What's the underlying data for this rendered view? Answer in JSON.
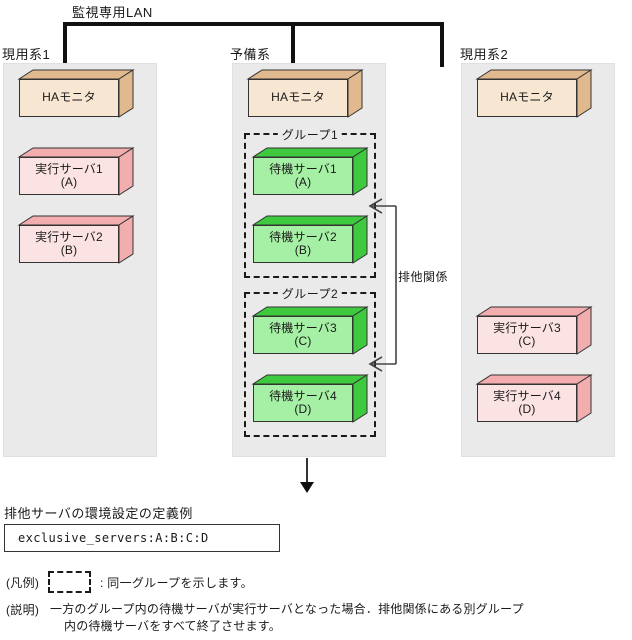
{
  "diagram": {
    "lan": {
      "label": "監視専用LAN"
    },
    "columns": [
      {
        "caption": "現用系1",
        "boxes": [
          {
            "name": "ha-monitor",
            "line1": "HAモニタ",
            "line2": "",
            "kind": "monitor"
          },
          {
            "name": "active-server-1",
            "line1": "実行サーバ1",
            "line2": "(A)",
            "kind": "active"
          },
          {
            "name": "active-server-2",
            "line1": "実行サーバ2",
            "line2": "(B)",
            "kind": "active"
          }
        ]
      },
      {
        "caption": "予備系",
        "boxes": [
          {
            "name": "ha-monitor",
            "line1": "HAモニタ",
            "line2": "",
            "kind": "monitor"
          },
          {
            "name": "standby-server-1",
            "line1": "待機サーバ1",
            "line2": "(A)",
            "kind": "standby"
          },
          {
            "name": "standby-server-2",
            "line1": "待機サーバ2",
            "line2": "(B)",
            "kind": "standby"
          },
          {
            "name": "standby-server-3",
            "line1": "待機サーバ3",
            "line2": "(C)",
            "kind": "standby"
          },
          {
            "name": "standby-server-4",
            "line1": "待機サーバ4",
            "line2": "(D)",
            "kind": "standby"
          }
        ],
        "groups": [
          {
            "title": "グループ1"
          },
          {
            "title": "グループ2"
          }
        ]
      },
      {
        "caption": "現用系2",
        "boxes": [
          {
            "name": "ha-monitor",
            "line1": "HAモニタ",
            "line2": "",
            "kind": "monitor"
          },
          {
            "name": "active-server-3",
            "line1": "実行サーバ3",
            "line2": "(C)",
            "kind": "active"
          },
          {
            "name": "active-server-4",
            "line1": "実行サーバ4",
            "line2": "(D)",
            "kind": "active"
          }
        ]
      }
    ],
    "exclusive_relation": {
      "label": "排他関係"
    }
  },
  "config": {
    "title": "排他サーバの環境設定の定義例",
    "value": "exclusive_servers:A:B:C:D"
  },
  "legend": {
    "key": "(凡例)",
    "text": ": 同一グループを示します。"
  },
  "note": {
    "key": "(説明)",
    "line1": "一方のグループ内の待機サーバが実行サーバとなった場合．排他関係にある別グループ",
    "line2": "内の待機サーバをすべて終了させます。"
  },
  "colors": {
    "monitor_front": "#f7e6d2",
    "monitor_shade": "#e0b98f",
    "active_front": "#fce3e3",
    "active_shade": "#f2aeae",
    "standby_front": "#a5f0a5",
    "standby_shade": "#3fc93f",
    "panel": "#eaeaea",
    "line": "#1a1a1a"
  }
}
